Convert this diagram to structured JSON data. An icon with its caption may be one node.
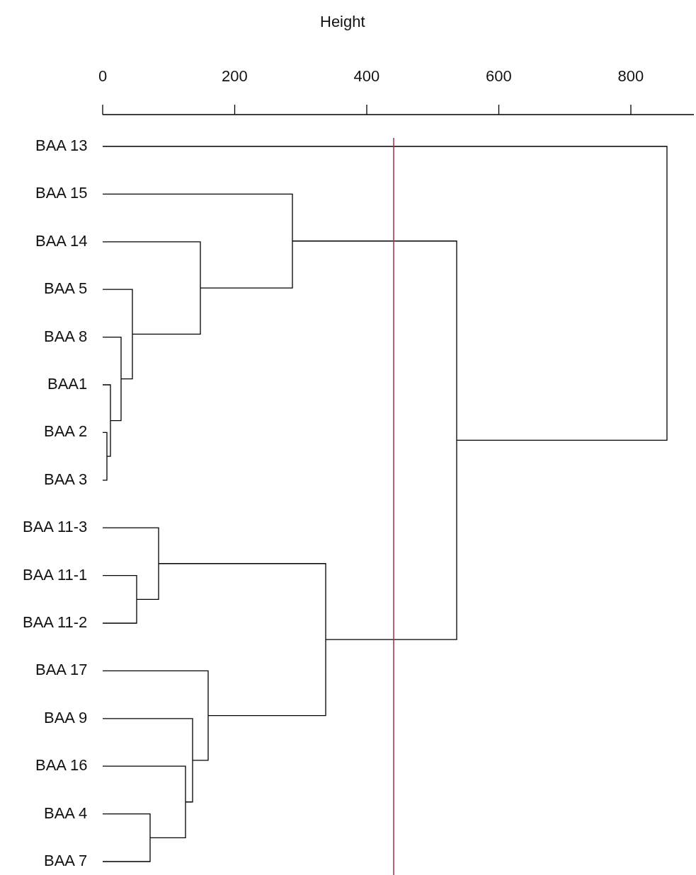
{
  "diagram": {
    "labels": [
      "Height",
      "0",
      "200",
      "400",
      "600",
      "800",
      "BAA 13",
      "BAA 15",
      "BAA 14",
      "BAA 5",
      "BAA 8",
      "BAA1",
      "BAA 2",
      "BAA 3",
      "BAA 11-3",
      "BAA 11-1",
      "BAA 11-2",
      "BAA 17",
      "BAA 9",
      "BAA 16",
      "BAA 4",
      "BAA 7"
    ]
  }
}
